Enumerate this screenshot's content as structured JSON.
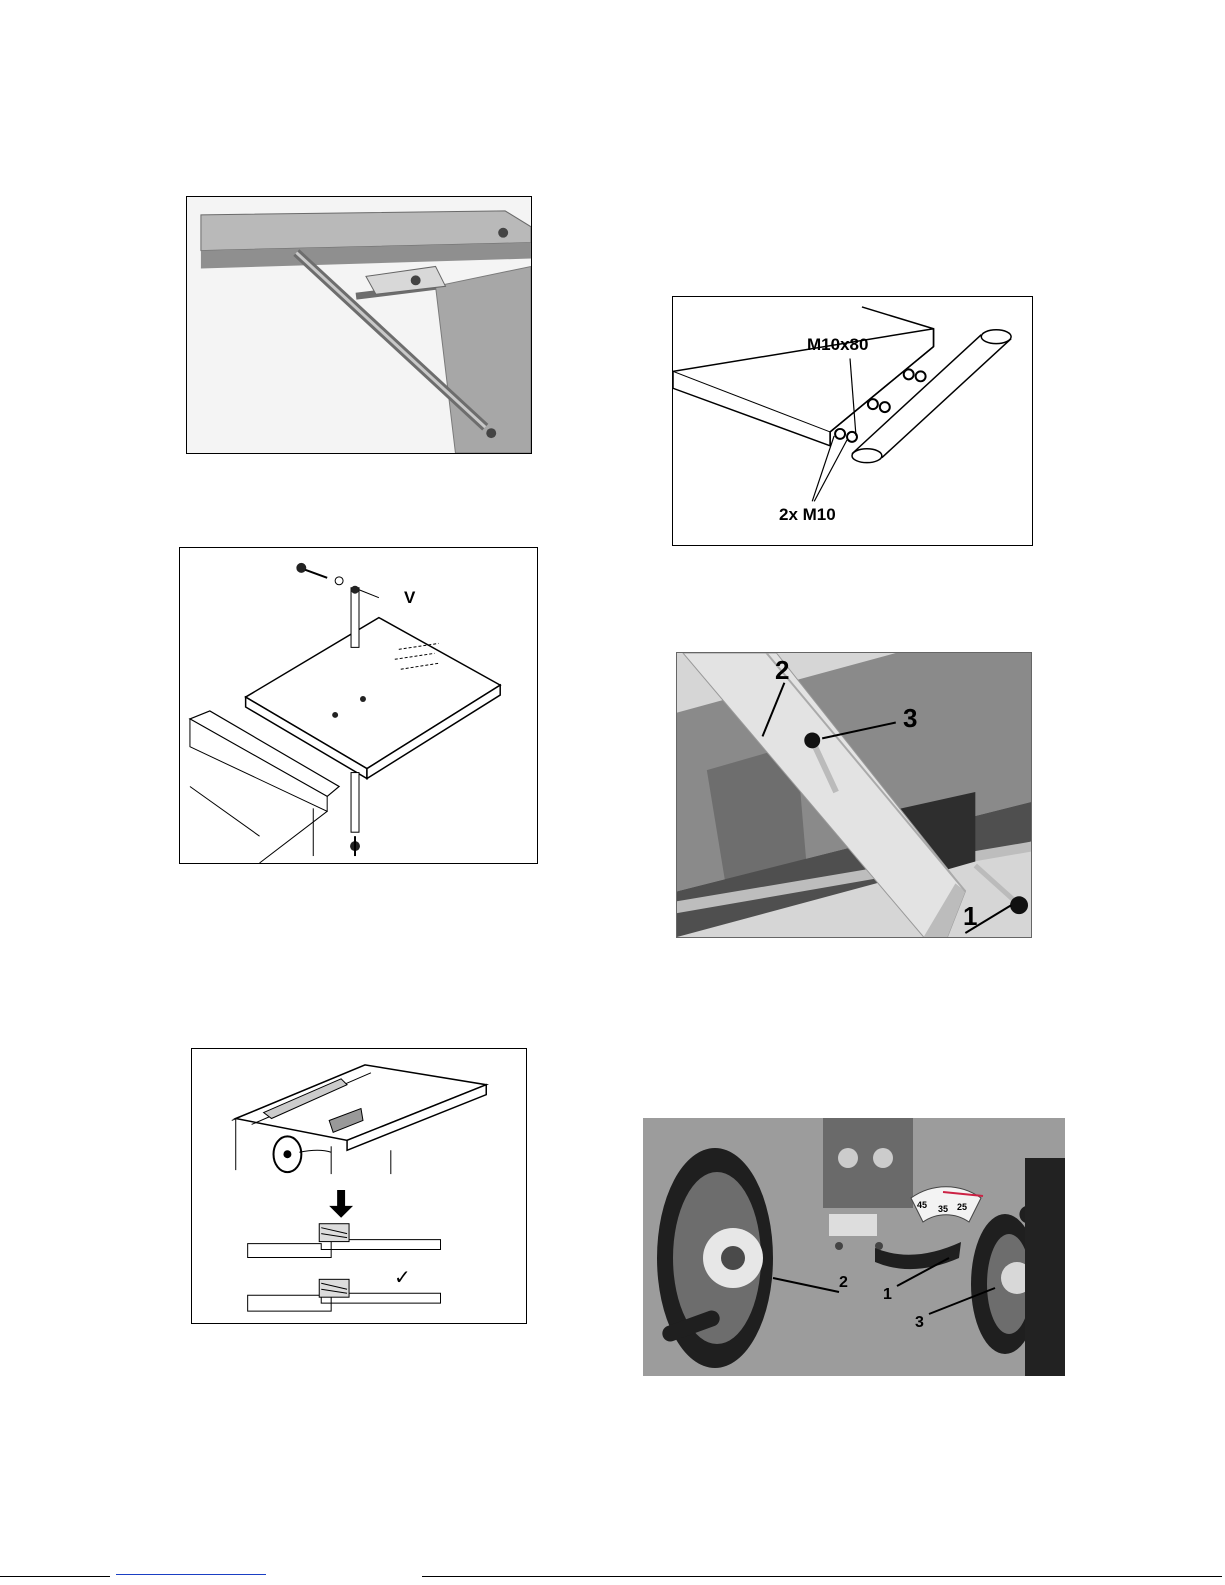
{
  "figures": {
    "fence_assembly": {
      "label_top": "M10x80",
      "label_bottom": "2x M10"
    },
    "table_extension": {
      "label_v": "V"
    },
    "rip_fence": {
      "label_1": "1",
      "label_2": "2",
      "label_3": "3"
    },
    "handwheels": {
      "label_1": "1",
      "label_2": "2",
      "label_3": "3",
      "scale_ticks": [
        "45",
        "35",
        "25"
      ]
    },
    "table_level": {
      "check_mark": "✓"
    }
  }
}
